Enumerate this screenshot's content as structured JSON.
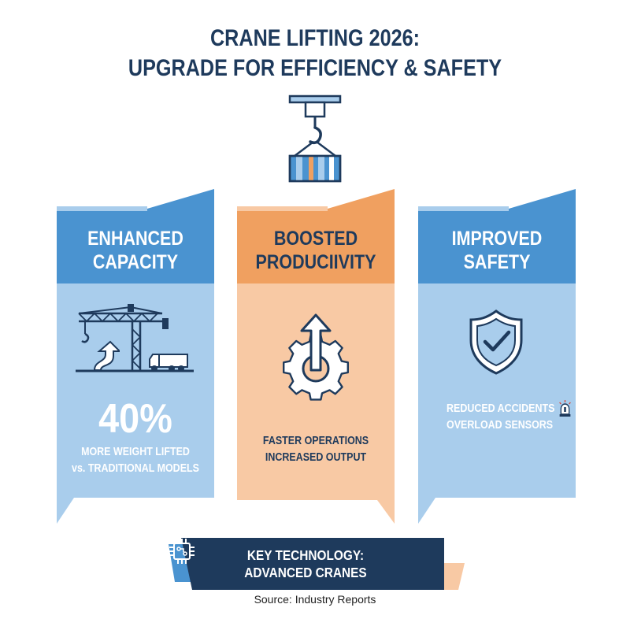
{
  "title": {
    "line1": "CRANE LIFTING 2026:",
    "line2": "UPGRADE FOR EFFICIENCY & SAFETY"
  },
  "panels": [
    {
      "heading_line1": "ENHANCED",
      "heading_line2": "CAPACITY",
      "stat": "40%",
      "lines": [
        "MORE WEIGHT LIFTED",
        "vs. TRADITIONAL MODELS"
      ],
      "icons": [
        "tower-crane-icon",
        "up-arrow-icon",
        "truck-icon"
      ]
    },
    {
      "heading_line1": "BOOSTED",
      "heading_line2": "PRODUCIIVITY",
      "lines": [
        "FASTER OPERATIONS",
        "INCREASED OUTPUT"
      ],
      "icons": [
        "gear-arrow-icon"
      ]
    },
    {
      "heading_line1": "IMPROVED",
      "heading_line2": "SAFETY",
      "lines": [
        "REDUCED ACCIDENTS",
        "OVERLOAD SENSORS"
      ],
      "icons": [
        "shield-check-icon",
        "alarm-light-icon"
      ]
    }
  ],
  "banner": {
    "line1": "KEY TECHNOLOGY:",
    "line2": "ADVANCED CRANES",
    "icon": "chip-icon"
  },
  "source": "Source: Industry Reports",
  "colors": {
    "navy": "#1e3a5c",
    "blue_header": "#4a93d0",
    "blue_body": "#a9cdec",
    "orange_header": "#f0a060",
    "orange_body": "#f8c9a4"
  }
}
